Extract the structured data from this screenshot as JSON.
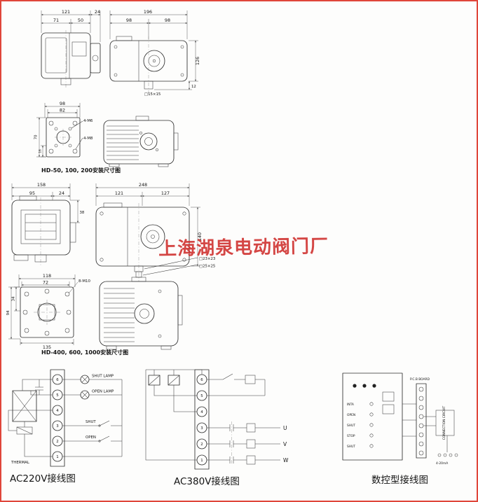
{
  "page": {
    "border_color": "#e0463a",
    "background": "#fdfdfc"
  },
  "watermark": {
    "text": "上海湖泉电动阀门厂",
    "color": "#cf2d2b"
  },
  "drawings": {
    "small_front": {
      "dim_total": "121",
      "dim_ext": "24",
      "dim_left": "71",
      "dim_right": "50"
    },
    "small_side": {
      "dim_total": "196",
      "dim_left": "98",
      "dim_right": "98",
      "dim_height": "126",
      "dim_shaft": "12",
      "shaft_label": "□15×15"
    },
    "small_flange": {
      "dim_w": "98",
      "dim_w2": "82",
      "bolt_a": "4-M6",
      "bolt_b": "4-M8",
      "dim_h": "70",
      "dim_h2": "16"
    },
    "small_caption": "HD-50, 100, 200安装尺寸图",
    "large_front": {
      "dim_total": "158",
      "dim_left": "95",
      "dim_right": "24",
      "dim_side": "38"
    },
    "large_side": {
      "dim_total": "248",
      "dim_left": "121",
      "dim_right": "127",
      "dim_height": "140",
      "shaft_label1": "□23×23",
      "shaft_label2": "□25×25"
    },
    "large_flange": {
      "dim_w": "118",
      "dim_w2": "72",
      "bolt": "8-M10",
      "dim_h1": "34",
      "dim_h2": "94",
      "dim_bottom": "135"
    },
    "large_caption": "HD-400, 600, 1000安装尺寸图"
  },
  "wiring_220": {
    "caption": "AC220V接线图",
    "terminals": [
      "6",
      "5",
      "4",
      "3",
      "2",
      "1"
    ],
    "labels": {
      "shut_lamp": "SHUT LAMP",
      "open_lamp": "OPEN LAMP",
      "shut": "SHUT",
      "open": "OPEN",
      "thermal": "THERMAL"
    }
  },
  "wiring_380": {
    "caption": "AC380V接线图",
    "terminals": [
      "6",
      "5",
      "4",
      "3",
      "2",
      "1"
    ],
    "phases": [
      "U",
      "V",
      "W"
    ]
  },
  "wiring_digital": {
    "caption": "数控型接线图",
    "board_label": "P.C.B BOARD",
    "panel_rows": [
      "INTA",
      "OPEN",
      "SHUT",
      "STOP",
      "SHUT"
    ],
    "side_label": "CONNECTION CIRCUIT",
    "signal_label": "4-20mA"
  }
}
